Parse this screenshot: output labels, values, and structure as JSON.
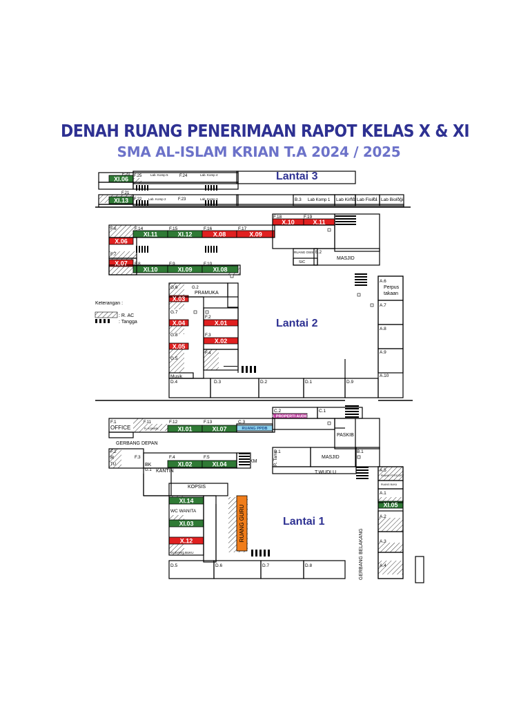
{
  "title": "DENAH RUANG PENERIMAAN RAPOT KELAS X & XI",
  "subtitle": "SMA AL-ISLAM KRIAN T.A 2024 / 2025",
  "colors": {
    "title": "#2e3192",
    "subtitle": "#6c72c9",
    "xi_class": "#2f7a35",
    "x_class": "#e02020",
    "guru": "#f07d1a",
    "ppdb": "#8fd3ee",
    "property": "#c040a0"
  },
  "floors": {
    "lantai3": "Lantai 3",
    "lantai2": "Lantai 2",
    "lantai1": "Lantai 1"
  },
  "legend": {
    "title": "Keterangan :",
    "ac": ": R. AC",
    "tangga": ": Tangga"
  },
  "lantai3": {
    "f20": "F.20",
    "f25": "F.25",
    "labkomp5": "Lab. Komp 5",
    "f24": "F.24",
    "labkomp4": "Lab. Komp 4",
    "xi06": "XI.06",
    "f21": "F.21",
    "xi13": "XI.13",
    "f22": "F.22",
    "labkomp2": "Lab. Komp 2",
    "f23": "F.23",
    "labkomp3": "Lab. Komp 3",
    "b3": "B.3",
    "labkomp1": "Lab Komp 1",
    "labkimia": "Lab Kimia",
    "labfisika": "Lab Fisika",
    "labbiologi": "Lab Biologi",
    "k64": "6.4",
    "k61": "6.1",
    "k62": "6.2"
  },
  "lantai2": {
    "f18": "F.18",
    "f19": "F.19",
    "x10": "X.10",
    "x11": "X.11",
    "f6": "F.6",
    "f14": "F.14",
    "f15": "F.15",
    "f16": "F.16",
    "f17": "F.17",
    "xi11": "XI.11",
    "xi12": "XI.12",
    "x08": "X.08",
    "x09": "X.09",
    "x06": "X.06",
    "f7": "F.7",
    "f8": "F.8",
    "f9": "F.9",
    "f10": "F.10",
    "x07": "X.07",
    "xi10": "XI.10",
    "xi09": "XI.09",
    "xi08": "XI.08",
    "ruangosis": "RUANG OSIS",
    "b2": "B.2",
    "masjid": "MASJID",
    "sic": "SIC",
    "g6": "G.6",
    "g2": "G.2",
    "pramuka": "PRAMUKA",
    "x03": "X.03",
    "g7": "G.7",
    "x04": "X.04",
    "f2": "F.2",
    "x01": "X.01",
    "g8": "G.8",
    "f3": "F.3",
    "x02": "X.02",
    "x05": "X.05",
    "f4": "F.4",
    "g5": "G.5",
    "musik": "Musik",
    "d4": "D.4",
    "d3": "D.3",
    "d2": "D.2",
    "d1": "D.1",
    "d9": "D.9",
    "a10": "A.10",
    "a6": "A.6",
    "perpus1": "Perpus",
    "perpus2": "takaan",
    "a7": "A.7",
    "a8": "A.8",
    "a9": "A.9"
  },
  "lantai1": {
    "c2": "C.2",
    "c1": "C.1",
    "property": "R. PROPERTI AUDIO",
    "f1": "F.1",
    "office": "OFFICE",
    "f11": "F.11",
    "f12": "F.12",
    "f13": "F.13",
    "c3": "C.3",
    "xi01": "XI.01",
    "xi07": "XI.07",
    "ruangppdb": "RUANG PPDB",
    "bkonsel": "R. KONSEL",
    "paskib": "PASKIB",
    "gerbangdepan": "GERBANG DEPAN",
    "f2": "F.2",
    "r": "R",
    "tu": "TU",
    "f3": "F.3",
    "bk": "BK",
    "g1": "G.1",
    "kantin": "KANTIN",
    "f4": "F.4",
    "f5": "F.5",
    "xi02": "XI.02",
    "xi04": "XI.04",
    "km": "KM",
    "rtamu": "R. Tamu",
    "b1a": "B.1",
    "b1b": "B.1",
    "masjid": "MASJID",
    "twudlu": "T.WUDLU",
    "kopsis": "KOPSIS",
    "xi14": "XI.14",
    "wcwanita": "WC WANITA",
    "xi03": "XI.03",
    "x12": "X.12",
    "gudangbuku": "GUDANG BUKU",
    "ruangguru": "RUANG GURU",
    "d5": "D.5",
    "d6": "D.6",
    "d7": "D.7",
    "d8": "D.8",
    "a5": "A.5",
    "ruangfotocopy": "RUANG FOTOCOPY",
    "ruangbuku": "RUANG BUKU",
    "a1": "A.1",
    "xi05": "XI.05",
    "a2": "A.2",
    "a3": "A.3",
    "a4": "A.4",
    "gerbangbelakang": "GERBANG BELAKANG"
  }
}
